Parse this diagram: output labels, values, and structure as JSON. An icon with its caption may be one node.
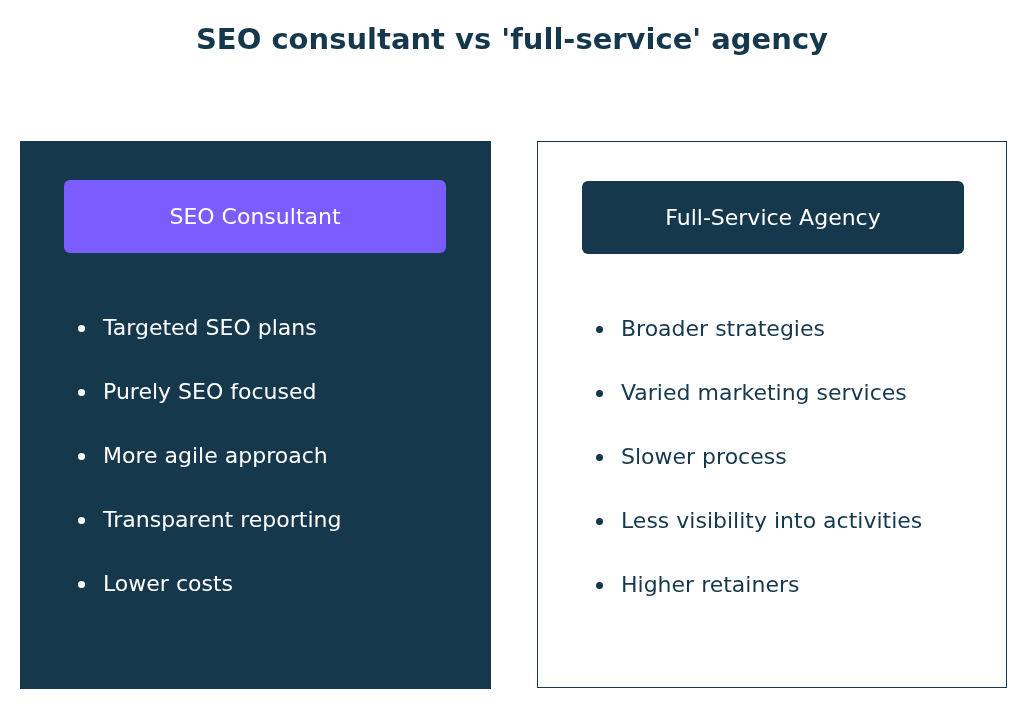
{
  "diagram": {
    "title": "SEO consultant vs 'full-service' agency",
    "nodes": [
      {
        "text": [
          "Targeted SEO plans",
          "Purely SEO focused",
          "More agile approach",
          "Transparent reporting",
          "Lower costs"
        ]
      },
      {
        "text": [
          "SEO Consultant"
        ],
        "in": 0
      },
      {
        "text": [
          "Broader strategies",
          "Varied marketing services",
          "Slower process",
          "Less visibility into activities",
          "Higher retainers"
        ]
      },
      {
        "text": [
          "Full-Service Agency"
        ],
        "in": 2
      }
    ]
  }
}
